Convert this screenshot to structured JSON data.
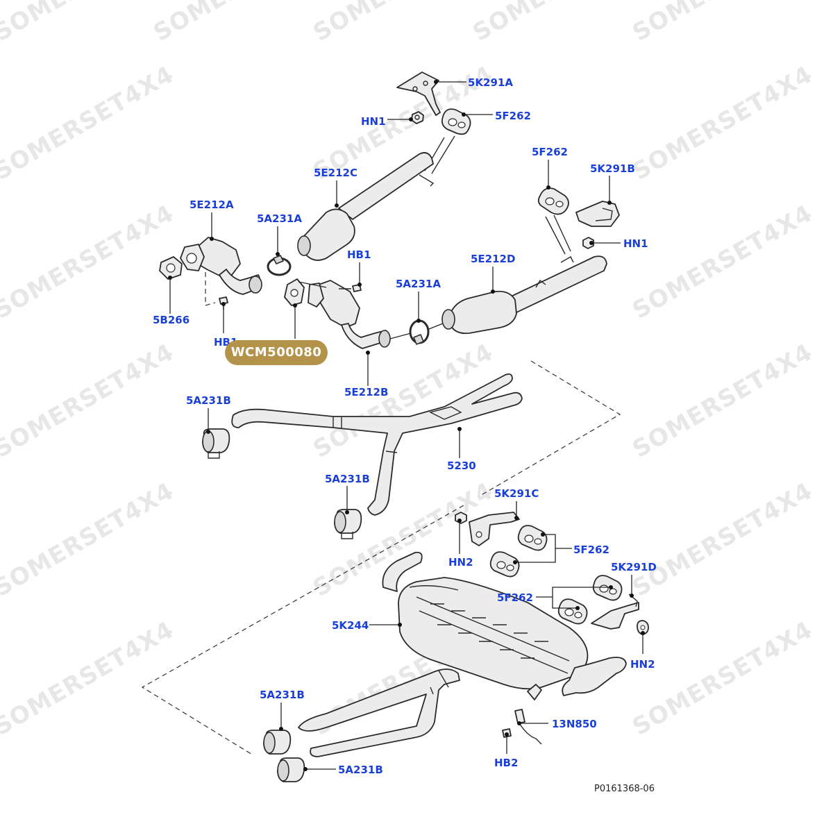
{
  "watermark": "SOMERSET4X4",
  "badge": "WCM500080",
  "reference_number": "P0161368-06",
  "callouts": {
    "c_5k291a": "5K291A",
    "c_hn1_top": "HN1",
    "c_5f262_top": "5F262",
    "c_5e212c": "5E212C",
    "c_5f262_right": "5F262",
    "c_5k291b": "5K291B",
    "c_hn1_right": "HN1",
    "c_5e212a": "5E212A",
    "c_5a231a_left": "5A231A",
    "c_hb1_mid": "HB1",
    "c_5e212d": "5E212D",
    "c_5a231a_right": "5A231A",
    "c_5b266": "5B266",
    "c_hb1_left": "HB1",
    "c_5e212b": "5E212B",
    "c_5a231b_1": "5A231B",
    "c_5230": "5230",
    "c_5a231b_2": "5A231B",
    "c_5k291c": "5K291C",
    "c_hn2_left": "HN2",
    "c_5f262_lower": "5F262",
    "c_5k291d": "5K291D",
    "c_5f262_lower2": "5F262",
    "c_5k244": "5K244",
    "c_hn2_right": "HN2",
    "c_5a231b_3": "5A231B",
    "c_13n850": "13N850",
    "c_hb2": "HB2",
    "c_5a231b_4": "5A231B"
  },
  "colors": {
    "callout_text": "#1a3fd6",
    "badge_bg": "#b39349",
    "badge_text": "#ffffff",
    "line": "#2a2a2a",
    "part_fill": "#ececec"
  }
}
